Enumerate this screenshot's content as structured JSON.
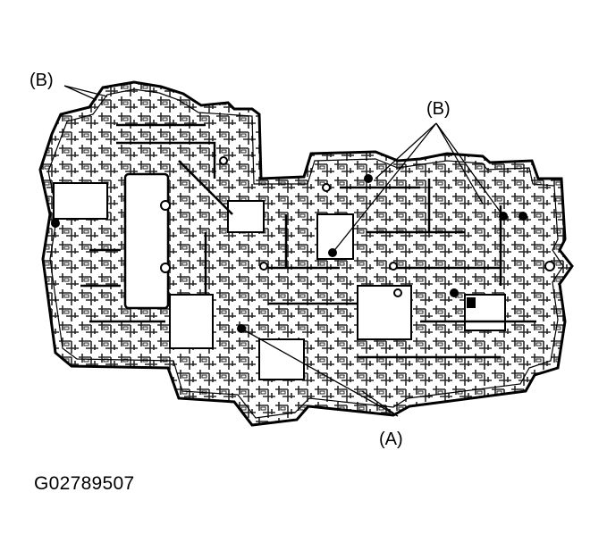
{
  "labels": {
    "b_top_left": "(B)",
    "b_top_right": "(B)",
    "a_bottom": "(A)"
  },
  "figure_id": "G02789507"
}
